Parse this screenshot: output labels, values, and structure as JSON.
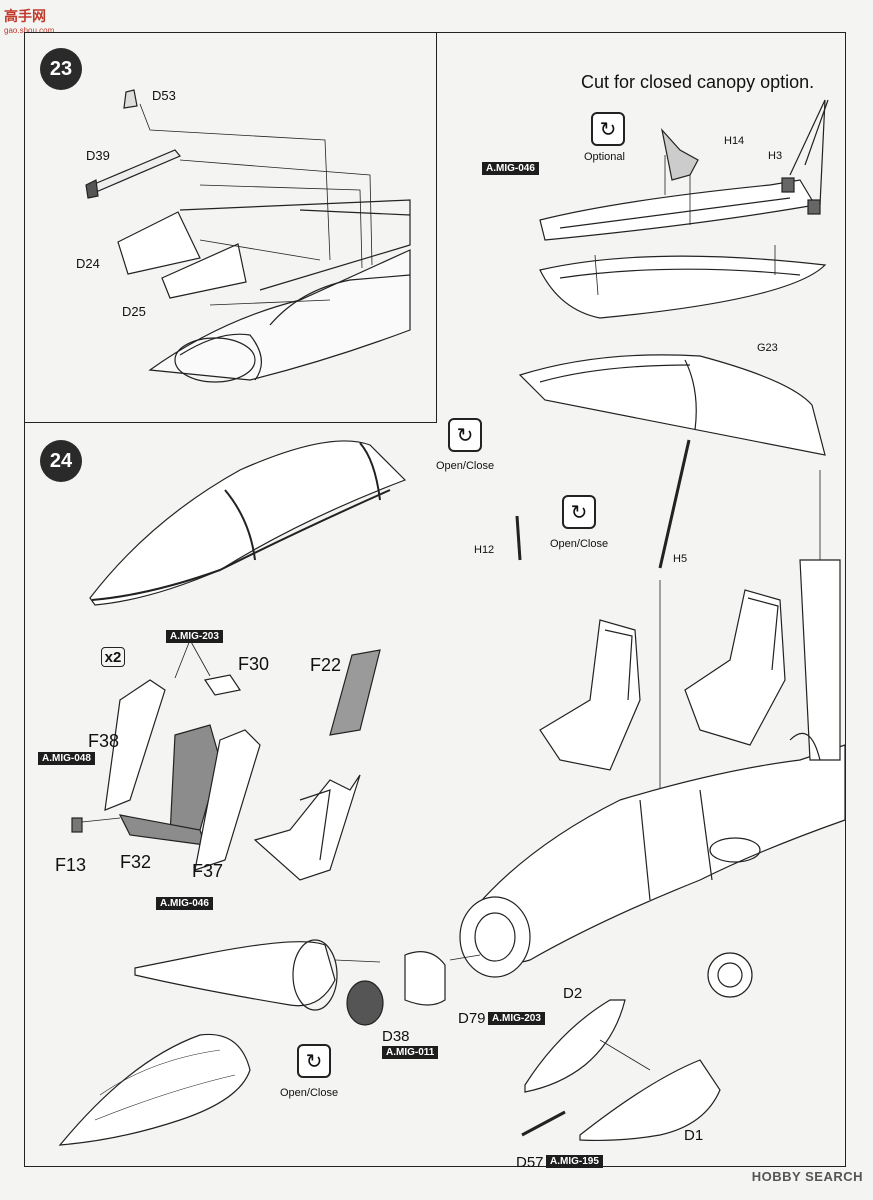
{
  "site_logo": {
    "text": "高手网",
    "subtext": "gao.shou.com"
  },
  "watermark": "HOBBY SEARCH",
  "multiplier": "x2",
  "steps": [
    {
      "number": "23"
    },
    {
      "number": "24"
    }
  ],
  "step23": {
    "labels": {
      "d53": "D53",
      "d39": "D39",
      "d24": "D24",
      "d25": "D25"
    }
  },
  "canopy_option": {
    "note": "Cut for closed canopy option.",
    "optional_label": "Optional",
    "paint": "A.MIG-046",
    "labels": {
      "h14": "H14",
      "h3": "H3",
      "g23": "G23"
    }
  },
  "step24": {
    "open_close": "Open/Close",
    "labels": {
      "h12": "H12",
      "h5": "H5",
      "f22": "F22",
      "f30": "F30",
      "f38": "F38",
      "f13": "F13",
      "f32": "F32",
      "f37": "F37",
      "d79": "D79",
      "d38": "D38",
      "d2": "D2",
      "d1": "D1",
      "d57": "D57"
    },
    "paints": {
      "seat_top": "A.MIG-203",
      "seat_left": "A.MIG-048",
      "seat_bottom": "A.MIG-046",
      "radar": "A.MIG-203",
      "grille": "A.MIG-011",
      "probe": "A.MIG-195"
    }
  },
  "colors": {
    "ink": "#111111",
    "paint_bg": "#1d1d1d",
    "seat_fill": "#8c8c8c",
    "logo": "#c0392b"
  }
}
